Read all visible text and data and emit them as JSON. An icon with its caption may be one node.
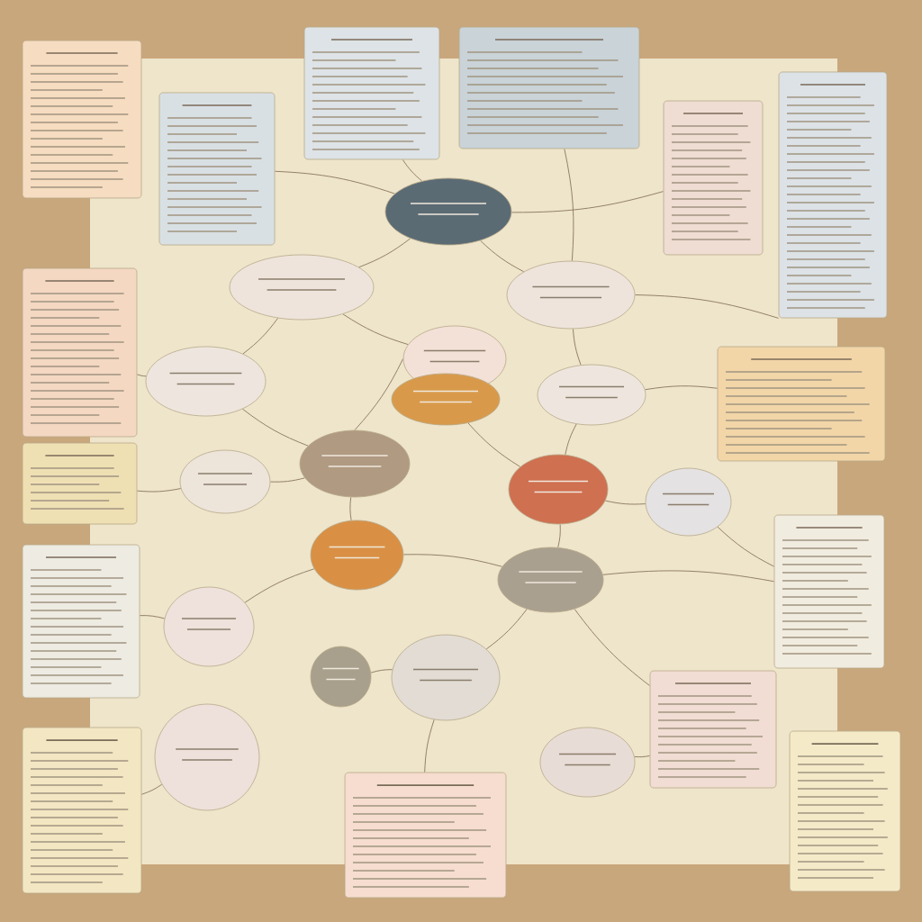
{
  "diagram": {
    "nodes": [
      {
        "text": [],
        "shape": "box"
      },
      {
        "text": [],
        "shape": "box"
      },
      {
        "text": [],
        "shape": "box"
      },
      {
        "text": [],
        "shape": "box"
      },
      {
        "text": [],
        "shape": "box"
      },
      {
        "text": [],
        "shape": "box"
      },
      {
        "text": [],
        "shape": "box"
      },
      {
        "text": [],
        "shape": "box"
      },
      {
        "text": [],
        "shape": "box"
      },
      {
        "text": [],
        "shape": "box"
      },
      {
        "text": [],
        "shape": "box"
      },
      {
        "text": [],
        "shape": "box"
      },
      {
        "text": [],
        "shape": "box"
      },
      {
        "text": [],
        "shape": "box"
      },
      {
        "text": [],
        "shape": "box"
      },
      {
        "text": [],
        "shape": "cloud"
      },
      {
        "text": [],
        "shape": "cloud"
      },
      {
        "text": [],
        "shape": "cloud"
      },
      {
        "text": [],
        "shape": "cloud"
      },
      {
        "text": [],
        "shape": "cloud"
      },
      {
        "text": [],
        "shape": "cloud"
      },
      {
        "text": [],
        "shape": "cloud"
      },
      {
        "text": [],
        "shape": "cloud"
      },
      {
        "text": [],
        "shape": "cloud"
      },
      {
        "text": [],
        "shape": "cloud"
      },
      {
        "text": [],
        "shape": "cloud"
      },
      {
        "text": [],
        "shape": "cloud"
      },
      {
        "text": [],
        "shape": "cloud"
      },
      {
        "text": [],
        "shape": "cloud"
      },
      {
        "text": [],
        "shape": "cloud"
      },
      {
        "text": [],
        "shape": "cloud"
      },
      {
        "text": [],
        "shape": "cloud"
      },
      {
        "text": [],
        "shape": "cloud"
      }
    ],
    "edges": [
      {
        "from": 15,
        "to": 1,
        "arrow": "none"
      },
      {
        "from": 15,
        "to": 2,
        "arrow": "none"
      },
      {
        "from": 15,
        "to": 4,
        "arrow": "none"
      },
      {
        "from": 15,
        "to": 16,
        "arrow": "none"
      },
      {
        "from": 15,
        "to": 17,
        "arrow": "none"
      },
      {
        "from": 16,
        "to": 20,
        "arrow": "none"
      },
      {
        "from": 16,
        "to": 18,
        "arrow": "none"
      },
      {
        "from": 17,
        "to": 5,
        "arrow": "none"
      },
      {
        "from": 17,
        "to": 21,
        "arrow": "none"
      },
      {
        "from": 18,
        "to": 22,
        "arrow": "none"
      },
      {
        "from": 19,
        "to": 24,
        "arrow": "none"
      },
      {
        "from": 20,
        "to": 6,
        "arrow": "none"
      },
      {
        "from": 20,
        "to": 22,
        "arrow": "none"
      },
      {
        "from": 21,
        "to": 8,
        "arrow": "none"
      },
      {
        "from": 21,
        "to": 24,
        "arrow": "none"
      },
      {
        "from": 22,
        "to": 23,
        "arrow": "none"
      },
      {
        "from": 22,
        "to": 26,
        "arrow": "none"
      },
      {
        "from": 23,
        "to": 7,
        "arrow": "none"
      },
      {
        "from": 24,
        "to": 25,
        "arrow": "none"
      },
      {
        "from": 24,
        "to": 27,
        "arrow": "none"
      },
      {
        "from": 25,
        "to": 10,
        "arrow": "none"
      },
      {
        "from": 26,
        "to": 27,
        "arrow": "none"
      },
      {
        "from": 26,
        "to": 28,
        "arrow": "none"
      },
      {
        "from": 27,
        "to": 10,
        "arrow": "none"
      },
      {
        "from": 27,
        "to": 13,
        "arrow": "none"
      },
      {
        "from": 27,
        "to": 30,
        "arrow": "none"
      },
      {
        "from": 28,
        "to": 9,
        "arrow": "none"
      },
      {
        "from": 29,
        "to": 30,
        "arrow": "none"
      },
      {
        "from": 30,
        "to": 12,
        "arrow": "none"
      },
      {
        "from": 31,
        "to": 11,
        "arrow": "none"
      },
      {
        "from": 32,
        "to": 13,
        "arrow": "none"
      },
      {
        "from": 3,
        "to": 17,
        "arrow": "none"
      }
    ]
  }
}
